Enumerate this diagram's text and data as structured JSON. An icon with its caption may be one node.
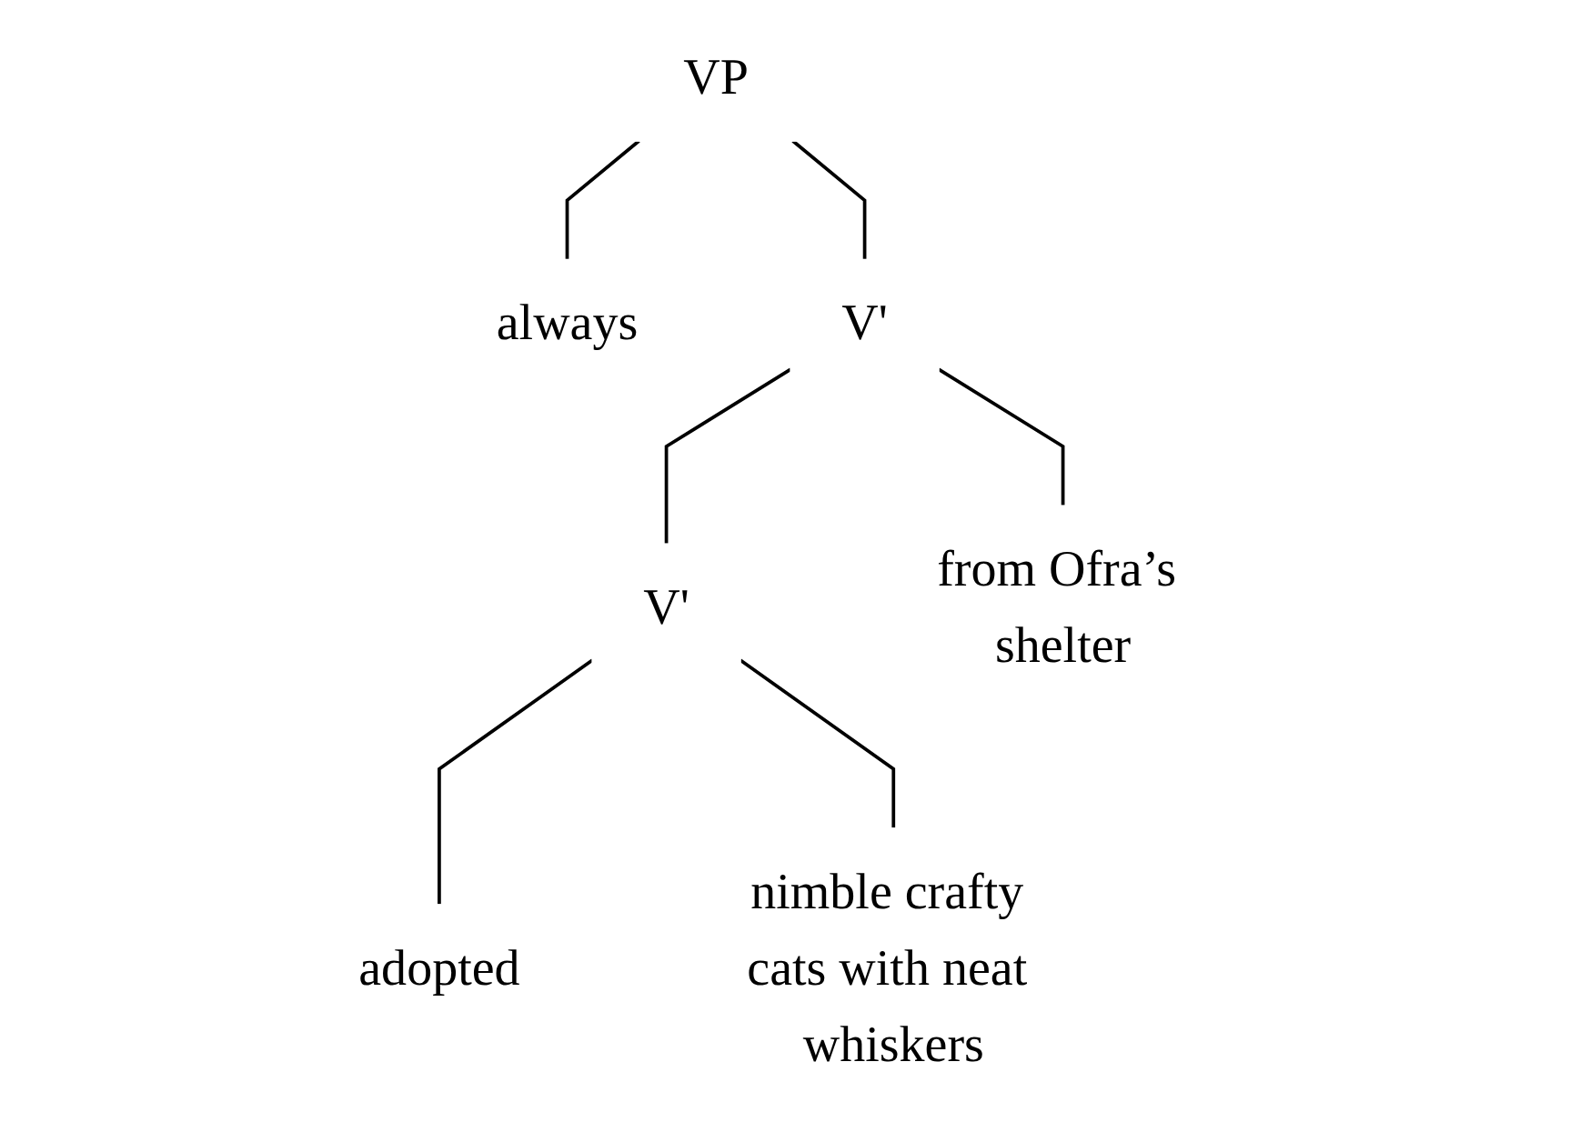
{
  "diagram": {
    "nodes": [
      {
        "text": [
          "VP"
        ]
      },
      {
        "text": [
          "always"
        ]
      },
      {
        "text": [
          "V'"
        ]
      },
      {
        "text": [
          "V'"
        ]
      },
      {
        "text": [
          "from Ofra’s shelter"
        ]
      },
      {
        "text": [
          "adopted"
        ]
      },
      {
        "text": [
          "nimble crafty cats with neat whiskers"
        ]
      }
    ],
    "edges": [
      {
        "from": 0,
        "to": 1,
        "arrow": "none"
      },
      {
        "from": 0,
        "to": 2,
        "arrow": "none"
      },
      {
        "from": 2,
        "to": 3,
        "arrow": "none"
      },
      {
        "from": 2,
        "to": 4,
        "arrow": "none"
      },
      {
        "from": 3,
        "to": 5,
        "arrow": "none"
      },
      {
        "from": 3,
        "to": 6,
        "arrow": "none"
      }
    ]
  }
}
